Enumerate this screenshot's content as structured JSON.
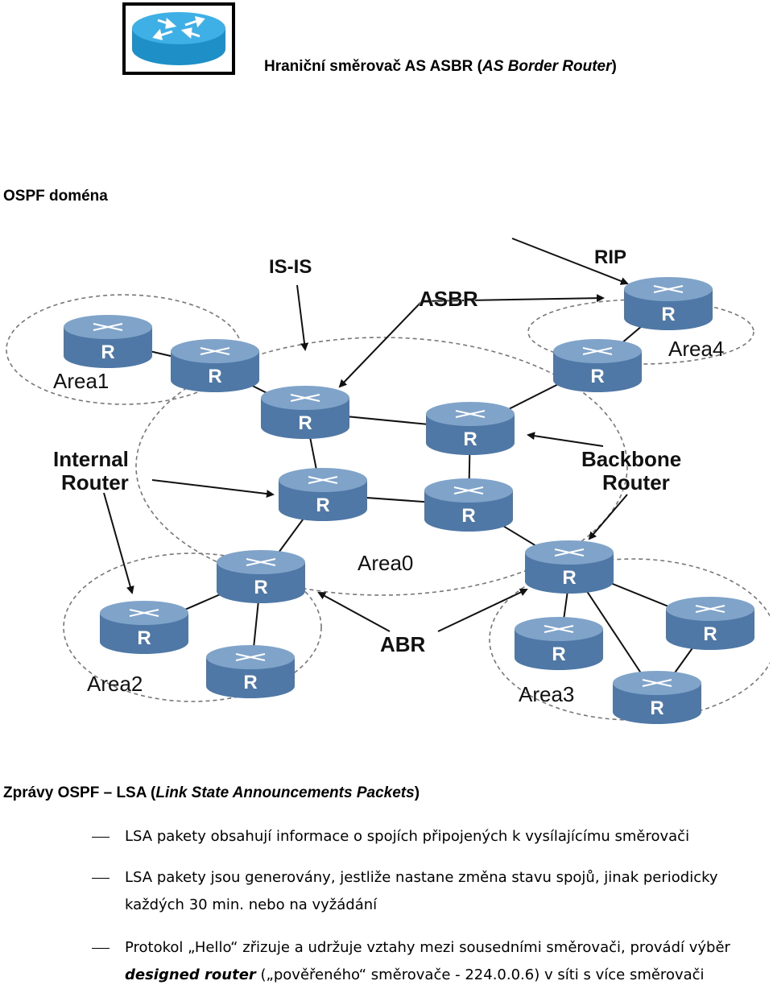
{
  "header": {
    "title_main": "Hraniční směrovač AS ASBR (",
    "title_en": "AS Border Router",
    "title_close": ")"
  },
  "section_ospf": {
    "title": "OSPF doména"
  },
  "diagram": {
    "router_label": "R",
    "labels": {
      "isis": "IS-IS",
      "rip": "RIP",
      "asbr": "ASBR",
      "internal_1": "Internal",
      "internal_2": "Router",
      "backbone_1": "Backbone",
      "backbone_2": "Router",
      "abr": "ABR"
    },
    "areas": {
      "area0": "Area0",
      "area1": "Area1",
      "area2": "Area2",
      "area3": "Area3",
      "area4": "Area4"
    },
    "colors": {
      "router_top": "#7fa3c9",
      "router_body": "#4f78a6",
      "router_text": "#ffffff"
    }
  },
  "section_lsa": {
    "title_main": "Zprávy OSPF – LSA (",
    "title_en": "Link State Announcements Packets",
    "title_close": ")"
  },
  "bullets": {
    "b1": "LSA pakety obsahují informace o spojích připojených k vysílajícímu směrovači",
    "b2_line1": "LSA pakety jsou generovány, jestliže nastane změna stavu spojů, jinak periodicky",
    "b2_line2": "každých 30 min. nebo na vyžádání",
    "b3_line1": "Protokol „Hello“ zřizuje a udržuje vztahy mezi sousedními směrovači, provádí výběr",
    "b3_bold": "designed router",
    "b3_rest": " („pověřeného“ směrovače - 224.0.0.6) v síti s více směrovači"
  }
}
